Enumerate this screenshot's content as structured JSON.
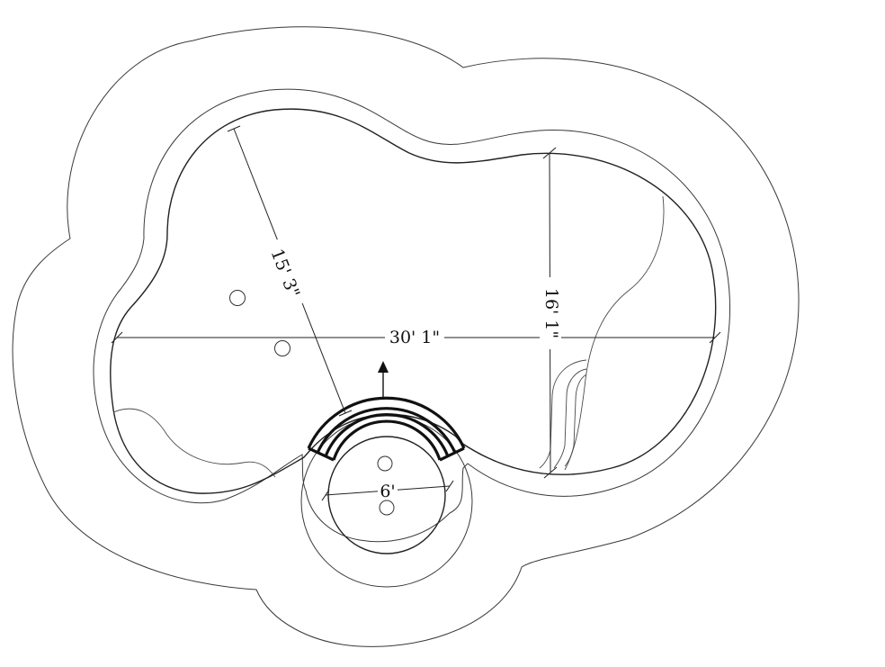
{
  "dimensions": {
    "overall_length": "30' 1\"",
    "left_lobe_diameter": "15' 3\"",
    "right_lobe_diameter": "16' 1\"",
    "spa_diameter": "6'"
  },
  "features": {
    "left_lobe_fittings": 2,
    "spa_fittings": 2,
    "spa_steps": 4
  }
}
